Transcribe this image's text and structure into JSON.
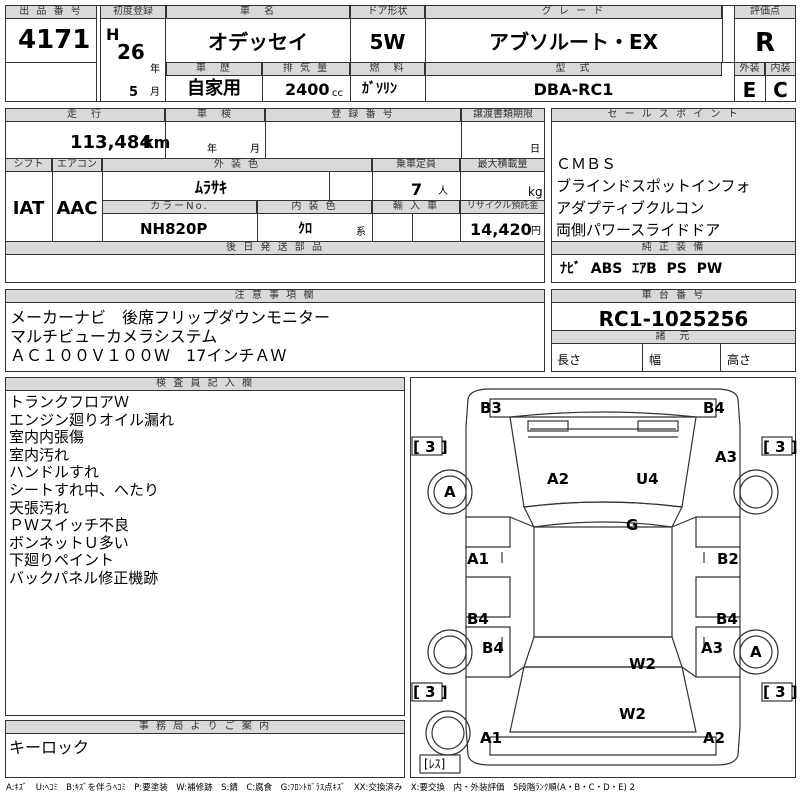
{
  "header": {
    "lot_no_label": "出 品 番 号",
    "lot_no": "4171",
    "first_reg_label": "初度登録",
    "era": "H",
    "year": "26",
    "year_unit": "年",
    "month": "5",
    "month_unit": "月",
    "name_label": "車　名",
    "name": "オデッセイ",
    "door_label": "ドア形状",
    "door": "5W",
    "grade_label": "グ レ ー ド",
    "grade": "アブソルート・EX",
    "score_label": "評価点",
    "score": "R",
    "history_label": "車　歴",
    "history": "自家用",
    "displacement_label": "排 気 量",
    "displacement": "2400",
    "displacement_unit": "cc",
    "fuel_label": "燃　料",
    "fuel": "ｶﾞｿﾘﾝ",
    "model_label": "型　式",
    "model": "DBA-RC1",
    "exterior_label": "外装",
    "exterior": "E",
    "interior_label": "内装",
    "interior": "C"
  },
  "row2": {
    "mileage_label": "走　行",
    "mileage": "113,484",
    "mileage_unit": "km",
    "inspection_label": "車　検",
    "insp_year_unit": "年",
    "insp_month_unit": "月",
    "reg_no_label": "登 録 番 号",
    "transfer_label": "譲渡書類期限",
    "transfer_day_unit": "日",
    "shift_label": "シフト",
    "shift": "IAT",
    "aircon_label": "エアコン",
    "aircon": "AAC",
    "color_label": "外 装 色",
    "color": "ﾑﾗｻｷ",
    "capacity_label": "乗車定員",
    "capacity": "7",
    "capacity_unit": "人",
    "load_label": "最大積載量",
    "load_unit": "kg",
    "color_no_label": "カラーNo.",
    "color_no": "NH820P",
    "int_color_label": "内 装 色",
    "int_color": "ｸﾛ",
    "int_color_unit": "系",
    "import_label": "輸 入 車",
    "recycle_label": "リサイクル預託金",
    "recycle": "14,420",
    "recycle_unit": "円",
    "later_parts_label": "後 日 発 送 部 品"
  },
  "sales": {
    "label": "セ ー ル ス ポ イ ン ト",
    "points": [
      "ＣＭＢＳ",
      "ブラインドスポットインフォ",
      "アダプティブクルコン",
      "両側パワースライドドア"
    ]
  },
  "equipment": {
    "label": "純 正 装 備",
    "text": "ﾅﾋﾞ  ABS  ｴｱB  PS  PW"
  },
  "notes": {
    "label": "注 意 事 項 欄",
    "lines": [
      "メーカーナビ　後席フリップダウンモニター",
      "マルチビューカメラシステム",
      "ＡＣ１００Ｖ１００Ｗ　17インチＡＷ"
    ]
  },
  "chassis": {
    "label": "車 台 番 号",
    "value": "RC1-1025256",
    "dims_label": "諸　元",
    "length": "長さ",
    "width": "幅",
    "height": "高さ"
  },
  "inspector": {
    "label": "検 査 員 記 入 欄",
    "lines": [
      "トランクフロアＷ",
      "エンジン廻りオイル漏れ",
      "室内内張傷",
      "室内汚れ",
      "ハンドルすれ",
      "シートすれ中、へたり",
      "天張汚れ",
      "ＰＷスイッチ不良",
      "ボンネットＵ多い",
      "下廻りペイント",
      "バックパネル修正機跡"
    ]
  },
  "office": {
    "label": "事 務 局 よ り ご 案 内",
    "text": "キーロック"
  },
  "diagram": {
    "marks": {
      "b3": "B3",
      "b4_top": "B4",
      "a3_right": "A3",
      "a2": "A2",
      "u4": "U4",
      "wheel_a_left": "A",
      "g": "G",
      "a1_left": "A1",
      "b2": "B2",
      "b4_left": "B4",
      "b4_right": "B4",
      "b4_lower": "B4",
      "a3_lower": "A3",
      "wheel_a_right": "A",
      "w2": "W2",
      "w2_bottom": "W2",
      "a1_bottom": "A1",
      "a2_bottom": "A2"
    },
    "tire_tl": "[ 3 ]",
    "tire_tr": "[ 3 ]",
    "tire_bl": "[ 3 ]",
    "tire_br": "[ 3 ]",
    "spare": "[ﾚｽ]"
  },
  "legend": "A:ｷｽﾞ　U:ﾍｺﾐ　B:ｷｽﾞを伴うﾍｺﾐ　P:要塗装　W:補修跡　S:錆　C:腐食　G:ﾌﾛﾝﾄｶﾞﾗｽ点ｷｽﾞ　XX:交換済み　X:要交換　内・外装評価　5段階ﾗﾝｸ順(A・B・C・D・E) 2"
}
